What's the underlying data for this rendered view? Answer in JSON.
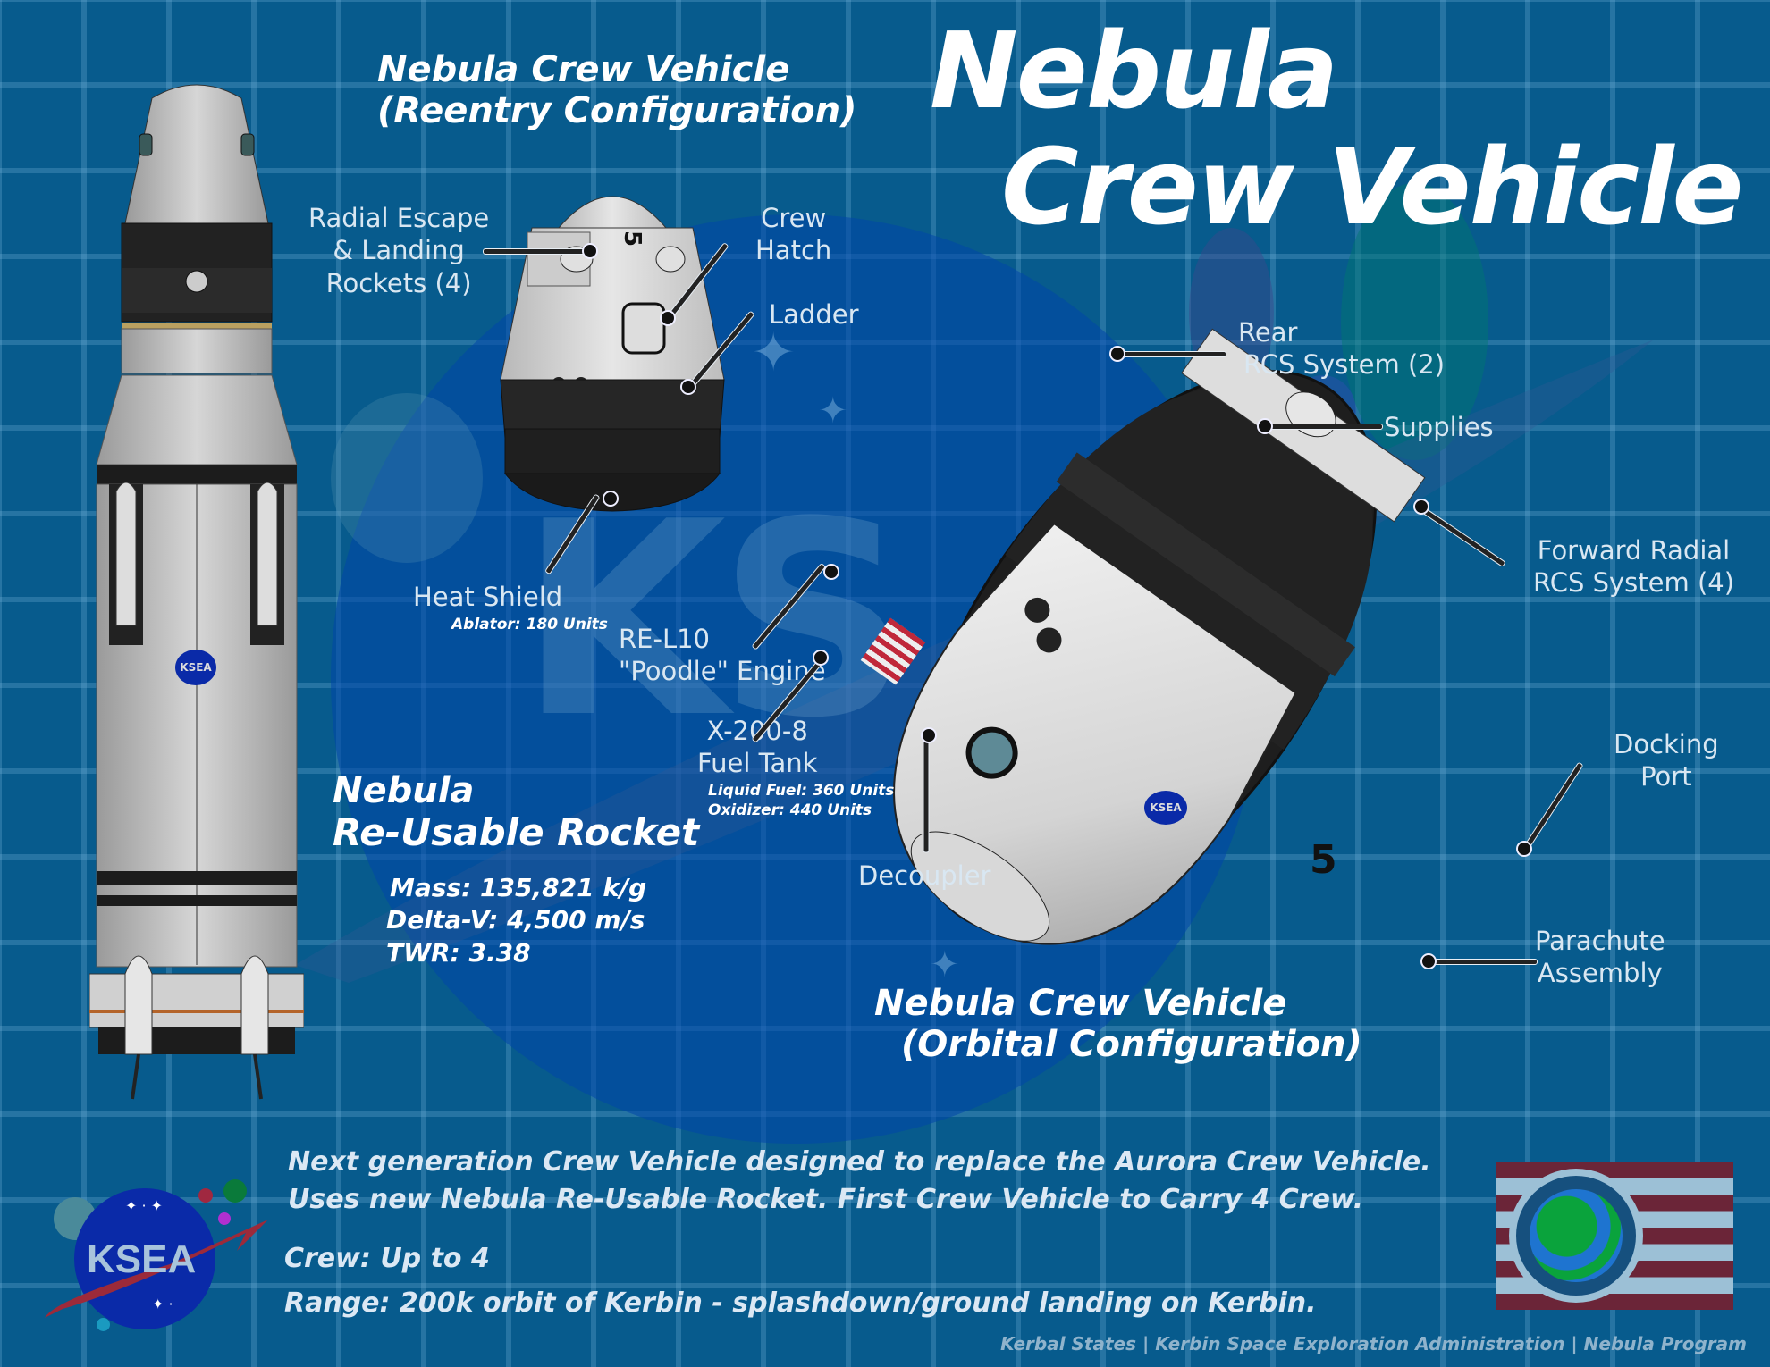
{
  "title": {
    "line1": "Nebula",
    "line2": "Crew Vehicle"
  },
  "reentry_heading": {
    "line1": "Nebula Crew Vehicle",
    "line2": "(Reentry Configuration)"
  },
  "orbital_heading": {
    "line1": "Nebula Crew Vehicle",
    "line2": "(Orbital Configuration)"
  },
  "rocket": {
    "heading_line1": "Nebula",
    "heading_line2": "Re-Usable Rocket",
    "stats": [
      "Mass: 135,821 k/g",
      "Delta-V: 4,500 m/s",
      "TWR: 3.38"
    ],
    "decal": "KSEA"
  },
  "labels": {
    "radial_escape": [
      "Radial Escape",
      "& Landing",
      "Rockets (4)"
    ],
    "crew_hatch": [
      "Crew",
      "Hatch"
    ],
    "ladder": [
      "Ladder"
    ],
    "heat_shield": [
      "Heat Shield"
    ],
    "heat_shield_sub": "Ablator: 180 Units",
    "rear_rcs": [
      "Rear",
      "RCS System  (2)"
    ],
    "supplies": [
      "Supplies"
    ],
    "forward_rcs": [
      "Forward Radial",
      "RCS System (4)"
    ],
    "engine": [
      "RE-L10",
      "\"Poodle\" Engine"
    ],
    "fuel_tank": [
      "X-200-8",
      "Fuel Tank"
    ],
    "fuel_tank_sub": [
      "Liquid Fuel: 360 Units",
      "Oxidizer: 440 Units"
    ],
    "decoupler": [
      "Decoupler"
    ],
    "docking_port": [
      "Docking",
      "Port"
    ],
    "parachute": [
      "Parachute",
      "Assembly"
    ]
  },
  "capsule_number": "5",
  "description": {
    "lines": [
      "Next generation Crew Vehicle designed to replace the Aurora Crew Vehicle.",
      "Uses new Nebula Re-Usable Rocket.  First Crew Vehicle to Carry 4 Crew."
    ],
    "crew": "Crew: Up to 4",
    "range": "Range: 200k orbit of Kerbin - splashdown/ground landing on Kerbin."
  },
  "logo": {
    "text": "KSEA"
  },
  "footer": "Kerbal States | Kerbin Space Exploration Administration | Nebula Program",
  "colors": {
    "background": "#075b8d",
    "grid": "#3e86b5",
    "logo_blue": "#0a2aa8",
    "logo_red": "#9c2a3a",
    "flag_red": "#6b2538",
    "flag_light": "#9cc0d6",
    "earth_green": "#0aa33c",
    "earth_blue": "#1e74d0",
    "label_text": "#d9e7f2"
  }
}
